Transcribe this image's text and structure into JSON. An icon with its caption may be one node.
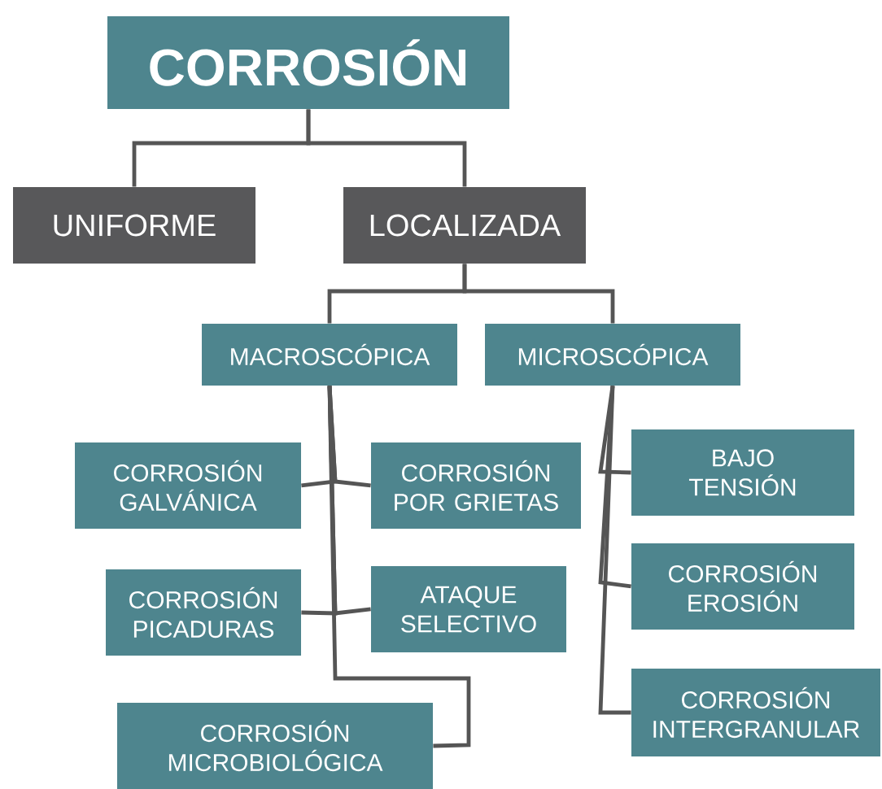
{
  "diagram": {
    "nodes": [
      {
        "text": [
          "CORROSIÓN"
        ]
      },
      {
        "text": [
          "UNIFORME"
        ]
      },
      {
        "text": [
          "LOCALIZADA"
        ]
      },
      {
        "text": [
          "MACROSCÓPICA"
        ]
      },
      {
        "text": [
          "MICROSCÓPICA"
        ]
      },
      {
        "text": [
          "CORROSIÓN GALVÁNICA"
        ]
      },
      {
        "text": [
          "CORROSIÓN POR GRIETAS"
        ]
      },
      {
        "text": [
          "CORROSIÓN PICADURAS"
        ]
      },
      {
        "text": [
          "ATAQUE SELECTIVO"
        ]
      },
      {
        "text": [
          "CORROSIÓN MICROBIOLÓGICA"
        ]
      },
      {
        "text": [
          "BAJO TENSIÓN"
        ]
      },
      {
        "text": [
          "CORROSIÓN EROSIÓN"
        ]
      },
      {
        "text": [
          "CORROSIÓN INTERGRANULAR"
        ]
      }
    ],
    "edges": [
      {
        "from": 0,
        "to": 1,
        "arrow": "none"
      },
      {
        "from": 0,
        "to": 2,
        "arrow": "none"
      },
      {
        "from": 2,
        "to": 3,
        "arrow": "none"
      },
      {
        "from": 2,
        "to": 4,
        "arrow": "none"
      },
      {
        "from": 3,
        "to": 5,
        "arrow": "none"
      },
      {
        "from": 3,
        "to": 6,
        "arrow": "none"
      },
      {
        "from": 3,
        "to": 7,
        "arrow": "none"
      },
      {
        "from": 3,
        "to": 8,
        "arrow": "none"
      },
      {
        "from": 3,
        "to": 9,
        "arrow": "none"
      },
      {
        "from": 4,
        "to": 10,
        "arrow": "none"
      },
      {
        "from": 4,
        "to": 11,
        "arrow": "none"
      },
      {
        "from": 4,
        "to": 12,
        "arrow": "none"
      }
    ]
  }
}
